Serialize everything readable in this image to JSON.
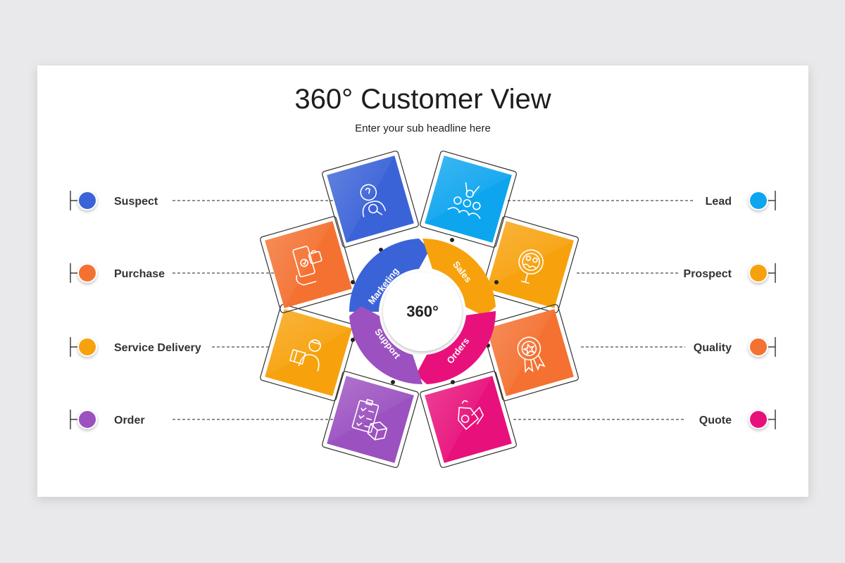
{
  "title": "360° Customer View",
  "subtitle": "Enter your sub headline here",
  "center_label": "360°",
  "ring_segments": [
    {
      "label": "Marketing",
      "color": "#3b63d8"
    },
    {
      "label": "Sales",
      "color": "#f7a20d"
    },
    {
      "label": "Orders",
      "color": "#e8117b"
    },
    {
      "label": "Support",
      "color": "#9b51c0"
    }
  ],
  "left_items": [
    {
      "label": "Suspect",
      "color": "#3b63d8"
    },
    {
      "label": "Purchase",
      "color": "#f47131"
    },
    {
      "label": "Service Delivery",
      "color": "#f7a20d"
    },
    {
      "label": "Order",
      "color": "#9b51c0"
    }
  ],
  "right_items": [
    {
      "label": "Lead",
      "color": "#0ea5ef"
    },
    {
      "label": "Prospect",
      "color": "#f7a20d"
    },
    {
      "label": "Quality",
      "color": "#f47131"
    },
    {
      "label": "Quote",
      "color": "#e8117b"
    }
  ],
  "tiles": [
    {
      "icon": "detective-icon",
      "color": "#3b63d8"
    },
    {
      "icon": "team-cheer-icon",
      "color": "#0ea5ef"
    },
    {
      "icon": "group-magnifier-icon",
      "color": "#f7a20d"
    },
    {
      "icon": "award-badge-icon",
      "color": "#f47131"
    },
    {
      "icon": "price-tag-icon",
      "color": "#e8117b"
    },
    {
      "icon": "checklist-box-icon",
      "color": "#9b51c0"
    },
    {
      "icon": "delivery-person-icon",
      "color": "#f7a20d"
    },
    {
      "icon": "mobile-shopping-icon",
      "color": "#f47131"
    }
  ]
}
